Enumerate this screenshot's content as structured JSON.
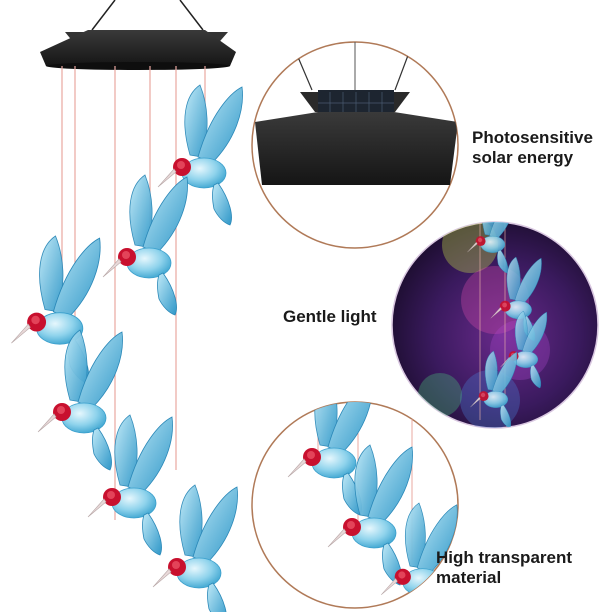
{
  "features": {
    "solar": {
      "line1": "Photosensitive",
      "line2": "solar energy"
    },
    "light": {
      "text": "Gentle light"
    },
    "material": {
      "line1": "High transparent",
      "line2": "material"
    }
  },
  "colors": {
    "background": "#ffffff",
    "label_text": "#1a1a1a",
    "solar_cap": "#2b2b2b",
    "bird_body": "#8fd3ec",
    "bird_head": "#c8102e",
    "night_bg": "#1a1030"
  }
}
